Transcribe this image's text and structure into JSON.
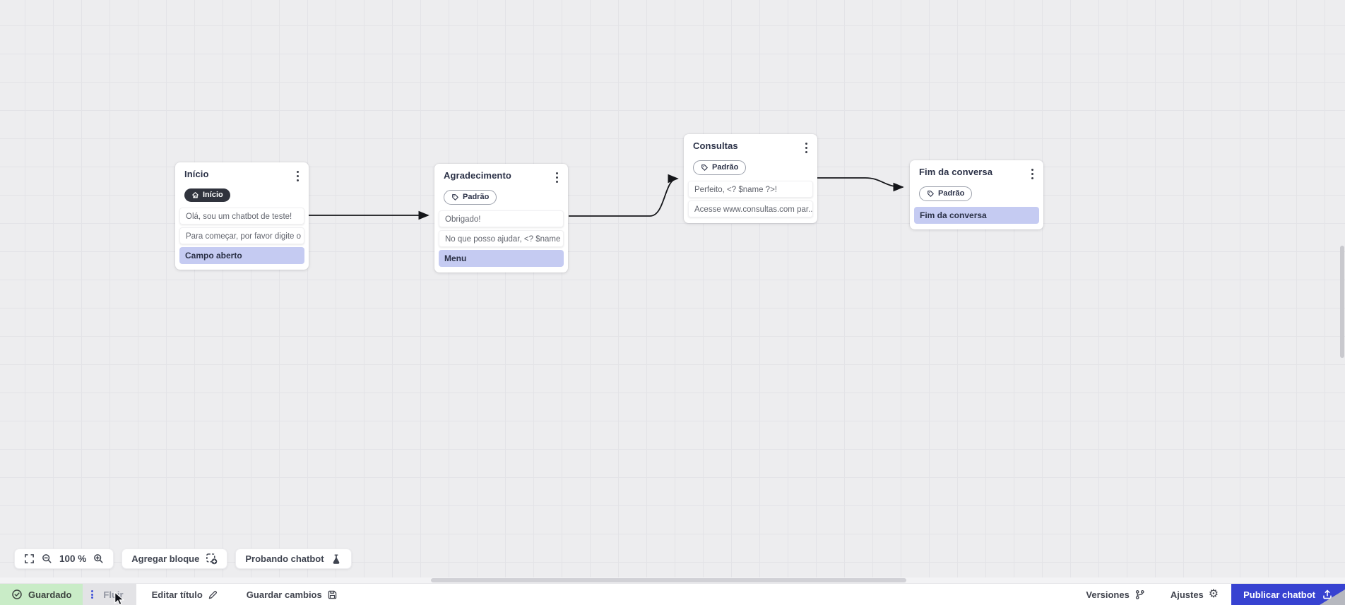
{
  "nodes": [
    {
      "title": "Início",
      "badge": "Início",
      "rows": [
        "Olá, sou um chatbot de teste!",
        "Para começar, por favor digite o ...",
        "Campo aberto"
      ]
    },
    {
      "title": "Agradecimento",
      "badge": "Padrão",
      "rows": [
        "Obrigado!",
        "No que posso ajudar, <? $name ...",
        "Menu"
      ]
    },
    {
      "title": "Consultas",
      "badge": "Padrão",
      "rows": [
        "Perfeito, <? $name ?>!",
        "Acesse www.consultas.com par..."
      ]
    },
    {
      "title": "Fim da conversa",
      "badge": "Padrão",
      "rows": [
        "Fim da conversa"
      ]
    }
  ],
  "toolbar": {
    "zoom_level": "100 %",
    "add_block": "Agregar bloque",
    "test_chatbot": "Probando chatbot"
  },
  "bottom_bar": {
    "saved": "Guardado",
    "flow_tab": "Fluir",
    "edit_title": "Editar título",
    "save_changes": "Guardar cambios",
    "versions": "Versiones",
    "settings": "Ajustes",
    "publish": "Publicar chatbot"
  },
  "icons": {
    "gear_glyph": "⚙"
  },
  "colors": {
    "accent_blue": "#3742d1",
    "saved_green_bg": "#c9ecc7",
    "highlight_purple": "#c5cbf2",
    "badge_dark": "#30333d",
    "canvas_bg": "#ededef"
  }
}
